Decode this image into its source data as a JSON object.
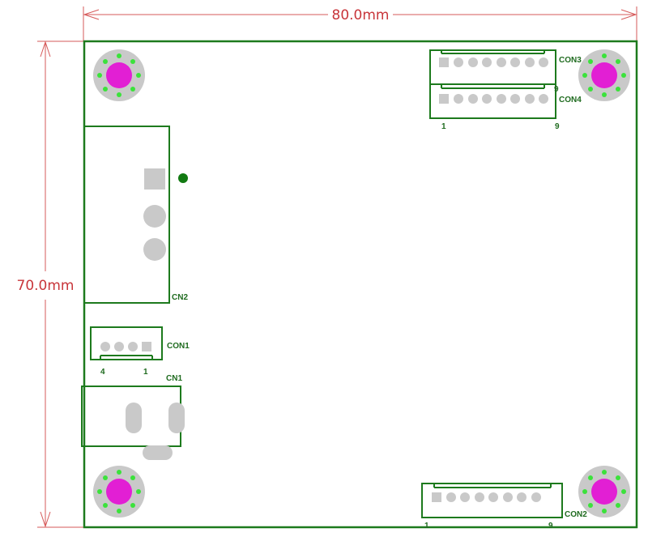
{
  "dimensions": {
    "width_label": "80.0mm",
    "height_label": "70.0mm"
  },
  "connectors": {
    "con3": {
      "label": "CON3"
    },
    "con4": {
      "label": "CON4",
      "pin_first": "1",
      "pin_last": "9",
      "pin_top": "9"
    },
    "cn2": {
      "label": "CN2"
    },
    "con1": {
      "label": "CON1",
      "pin_first": "4",
      "pin_last": "1"
    },
    "cn1": {
      "label": "CN1"
    },
    "con2": {
      "label": "CON2",
      "pin_first": "1",
      "pin_last": "9"
    }
  },
  "colors": {
    "board_outline": "#1d7a1d",
    "dimension": "#c8353a",
    "mount_hole": "#e21fd4",
    "mount_ring": "#c9c9c9",
    "via": "#3be23b",
    "pad": "#c9c9c9"
  }
}
